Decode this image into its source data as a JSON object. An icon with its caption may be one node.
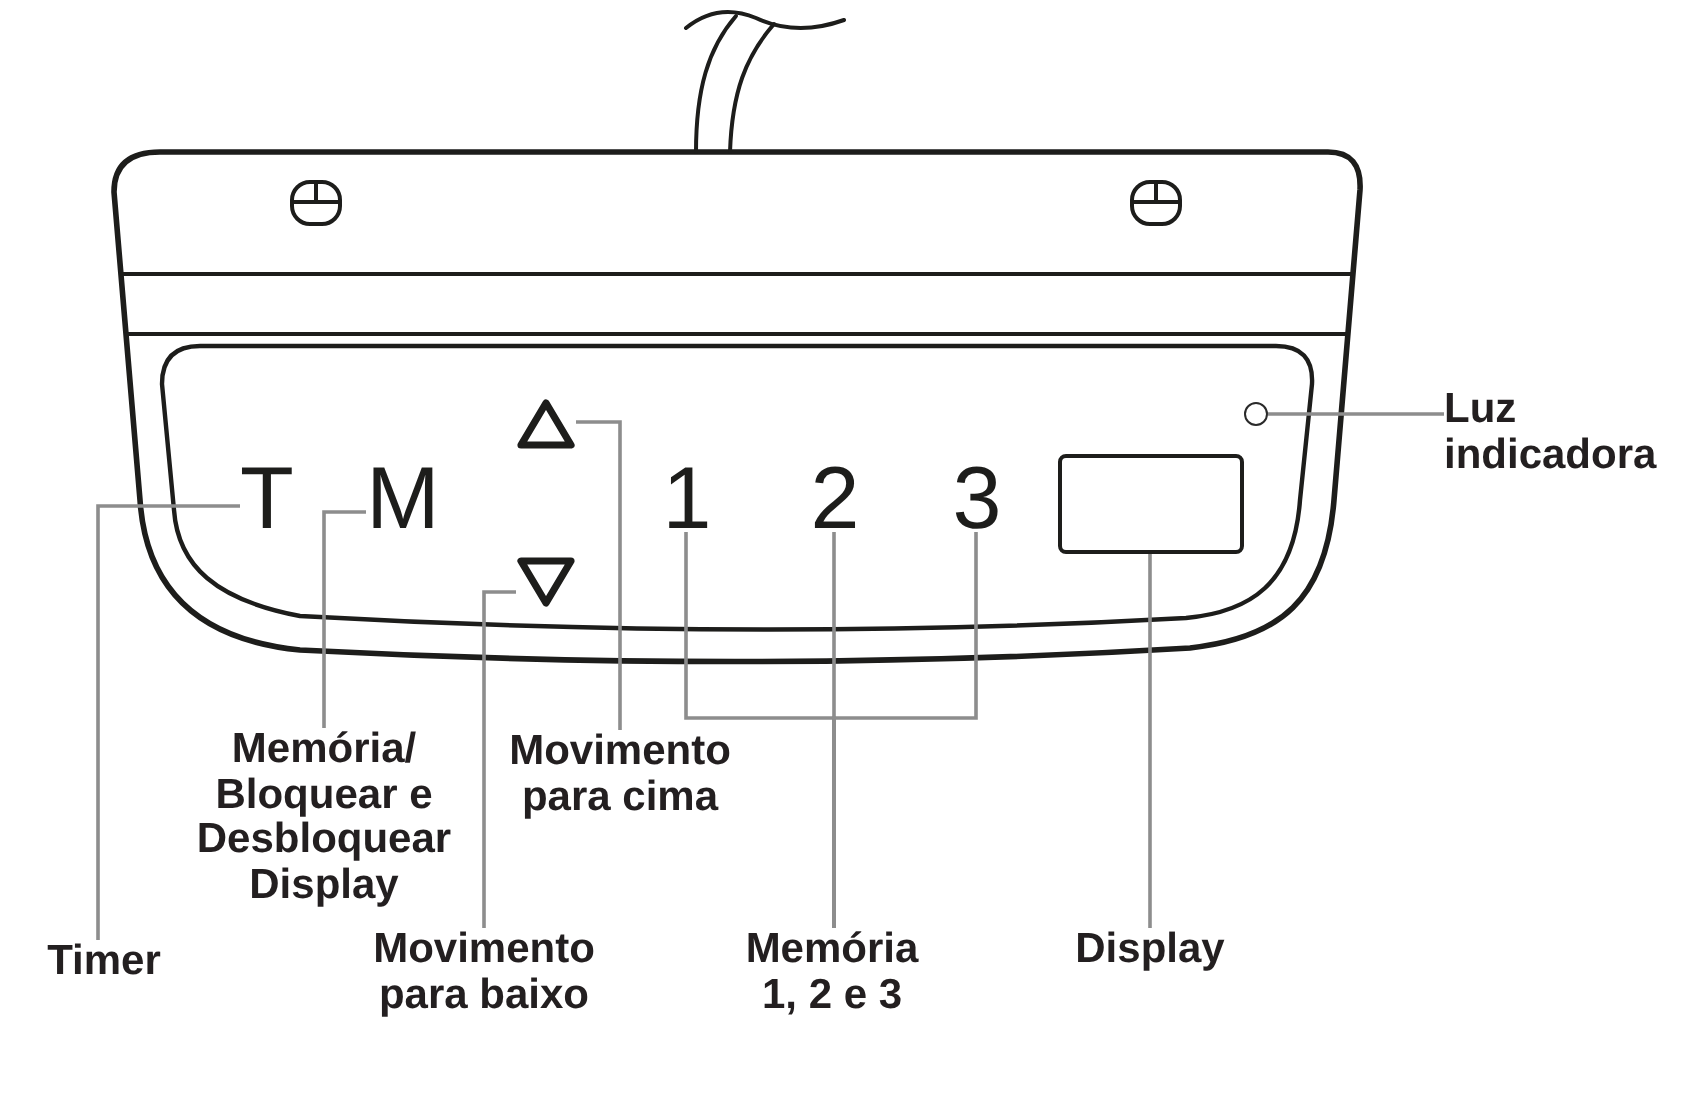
{
  "diagram": {
    "nodes": [
      {
        "text": [
          "T"
        ]
      },
      {
        "text": [
          "M"
        ]
      },
      {
        "text": [],
        "shape": "triangle"
      },
      {
        "text": [],
        "shape": "triangle"
      },
      {
        "text": [
          "1"
        ]
      },
      {
        "text": [
          "2"
        ]
      },
      {
        "text": [
          "3"
        ]
      },
      {
        "text": [],
        "shape": "box"
      },
      {
        "text": [],
        "shape": "circle"
      },
      {
        "text": [
          "Luz indicadora"
        ]
      },
      {
        "text": [
          "Memória/ Bloquear e Desbloquear Display"
        ]
      },
      {
        "text": [
          "Movimento para cima"
        ]
      },
      {
        "text": [
          "Timer"
        ]
      },
      {
        "text": [
          "Movimento para baixo"
        ]
      },
      {
        "text": [
          "Memória 1, 2 e 3"
        ]
      },
      {
        "text": [
          "Display"
        ]
      }
    ],
    "edges": [
      {
        "from": 12,
        "to": 0,
        "arrow": "none"
      },
      {
        "from": 10,
        "to": 1,
        "arrow": "none"
      },
      {
        "from": 11,
        "to": 2,
        "arrow": "none"
      },
      {
        "from": 13,
        "to": 3,
        "arrow": "none"
      },
      {
        "from": 14,
        "to": 4,
        "arrow": "none"
      },
      {
        "from": 14,
        "to": 5,
        "arrow": "none"
      },
      {
        "from": 14,
        "to": 6,
        "arrow": "none"
      },
      {
        "from": 15,
        "to": 7,
        "arrow": "none"
      },
      {
        "from": 9,
        "to": 8,
        "arrow": "none"
      }
    ]
  }
}
